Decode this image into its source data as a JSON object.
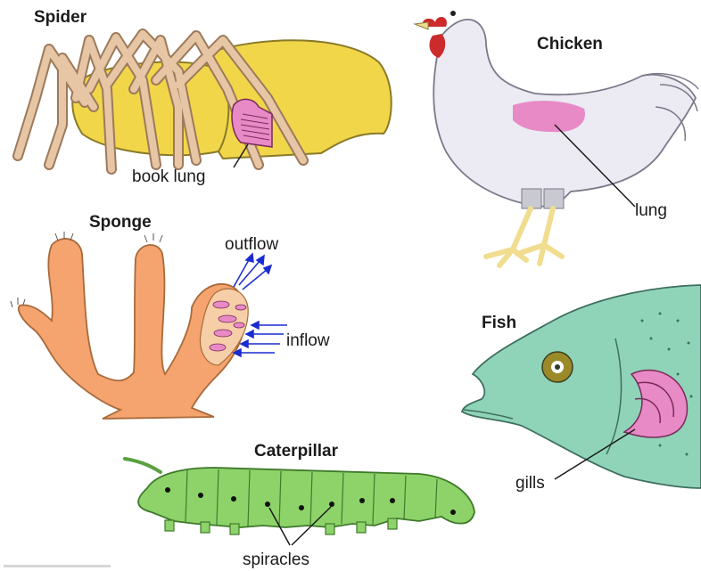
{
  "panels": {
    "spider": {
      "title": "Spider",
      "organ_label": "book lung"
    },
    "chicken": {
      "title": "Chicken",
      "organ_label": "lung"
    },
    "sponge": {
      "title": "Sponge",
      "outflow_label": "outflow",
      "inflow_label": "inflow"
    },
    "fish": {
      "title": "Fish",
      "organ_label": "gills"
    },
    "caterpillar": {
      "title": "Caterpillar",
      "organ_label": "spiracles"
    }
  },
  "colors": {
    "spider_body": "#f2d64a",
    "spider_legs": "#d9b896",
    "respiratory_organ": "#e88ac6",
    "chicken_body": "#ecebf3",
    "chicken_comb": "#cc2b2b",
    "chicken_feet": "#f1dd8f",
    "sponge_body": "#f5a36f",
    "fish_body": "#8fd4b8",
    "caterpillar_body": "#8dd36a",
    "flow_arrow": "#1a2bd1"
  }
}
